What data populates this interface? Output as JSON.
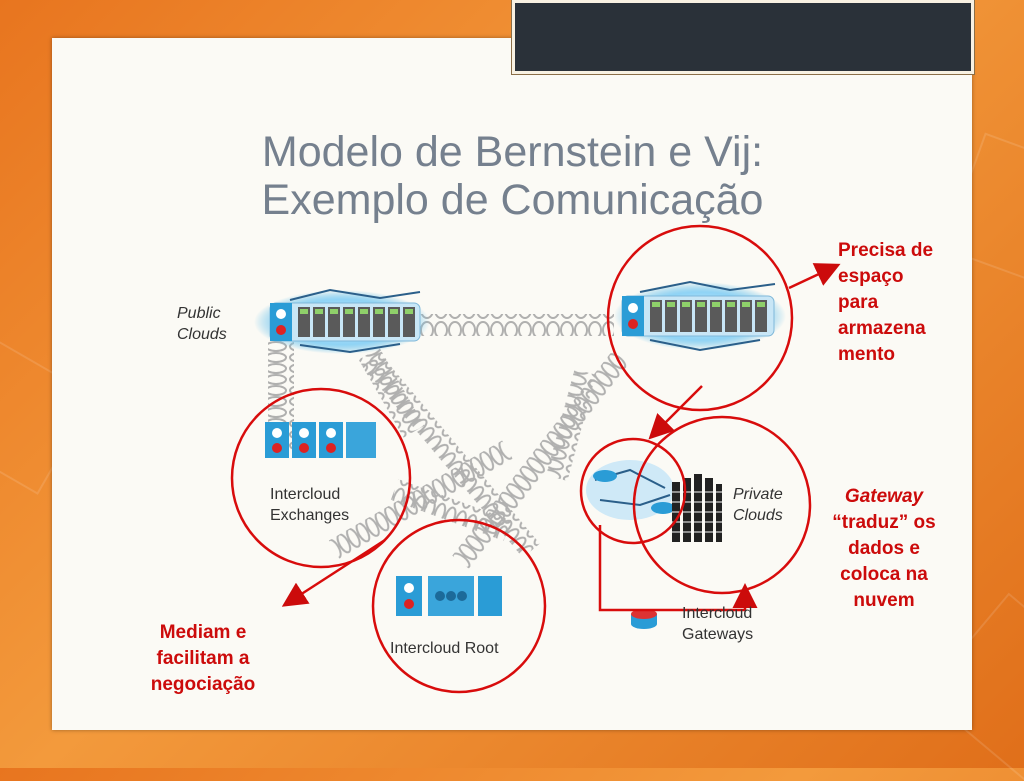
{
  "title": {
    "line1": "Modelo de Bernstein e Vij:",
    "line2": "Exemplo de Comunicação"
  },
  "diagram": {
    "public_clouds_label": "Public Clouds",
    "exchanges_label": "Intercloud Exchanges",
    "root_label": "Intercloud Root",
    "private_clouds_label": "Private Clouds",
    "gateways_label": "Intercloud Gateways"
  },
  "annotations": {
    "storage": [
      "Precisa de",
      "espaço",
      "para",
      "armazena",
      "mento"
    ],
    "gateway_word": "Gateway",
    "gateway_rest": [
      "“traduz” os",
      "dados e",
      "coloca na",
      "nuvem"
    ],
    "mediate": [
      "Mediam e",
      "facilitam a",
      "negociação"
    ]
  },
  "colors": {
    "accent_red": "#cc0b0b",
    "title_gray": "#75808e",
    "background_orange": "#e8751f",
    "cloud_blue": "#2a9cd6"
  }
}
